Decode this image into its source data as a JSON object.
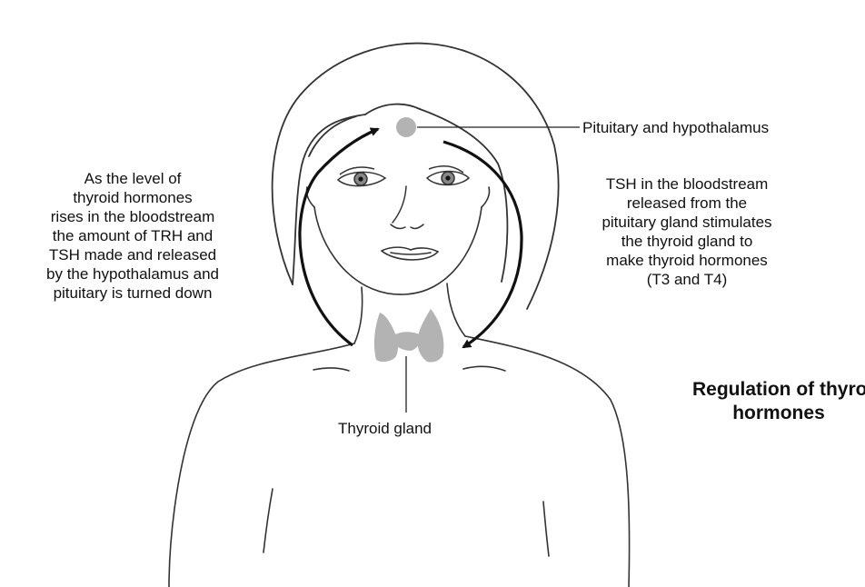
{
  "labels": {
    "pituitary": "Pituitary and hypothalamus",
    "thyroid": "Thyroid gland"
  },
  "left_text": [
    "As the level of",
    "thyroid hormones",
    "rises in the bloodstream",
    "the amount of TRH and",
    "TSH made and released",
    "by the hypothalamus and",
    "pituitary is turned down"
  ],
  "right_text": [
    "TSH in the bloodstream",
    "released from the",
    "pituitary gland stimulates",
    "the thyroid gland to",
    "make thyroid hormones",
    "(T3 and T4)"
  ],
  "title": [
    "Regulation of thyroid",
    "hormones"
  ],
  "colors": {
    "line": "#333333",
    "gland": "#b3b3b3",
    "text": "#111111"
  }
}
